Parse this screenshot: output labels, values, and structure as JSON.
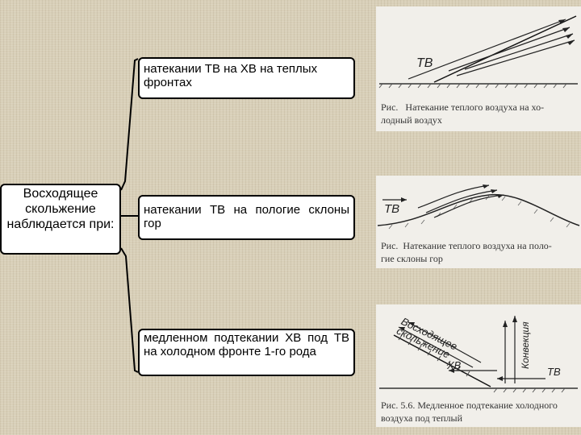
{
  "root": {
    "text": "Восходящее скольжение наблюдается при:"
  },
  "branches": [
    {
      "text": "натекании ТВ на ХВ на теплых фронтах"
    },
    {
      "text": "натекании ТВ на пологие склоны гор"
    },
    {
      "text": "медленном подтекании ХВ под ТВ на холодном фронте 1-го рода"
    }
  ],
  "figures": [
    {
      "labels": {
        "air": "ТВ"
      },
      "caption_line1": "Рис.   Натекание теплого воздуха на хо-",
      "caption_line2": "лодный воздух"
    },
    {
      "labels": {
        "air": "ТВ"
      },
      "caption_line1": "Рис.  Натекание теплого воздуха на поло-",
      "caption_line2": "гие склоны гор"
    },
    {
      "labels": {
        "cold": "ХВ",
        "warm": "ТВ",
        "slide": "Восходящее скольжение",
        "convection": "Конвекция"
      },
      "caption_line1": "Рис. 5.6. Медленное подтекание холодного",
      "caption_line2": "воздуха под теплый"
    }
  ]
}
